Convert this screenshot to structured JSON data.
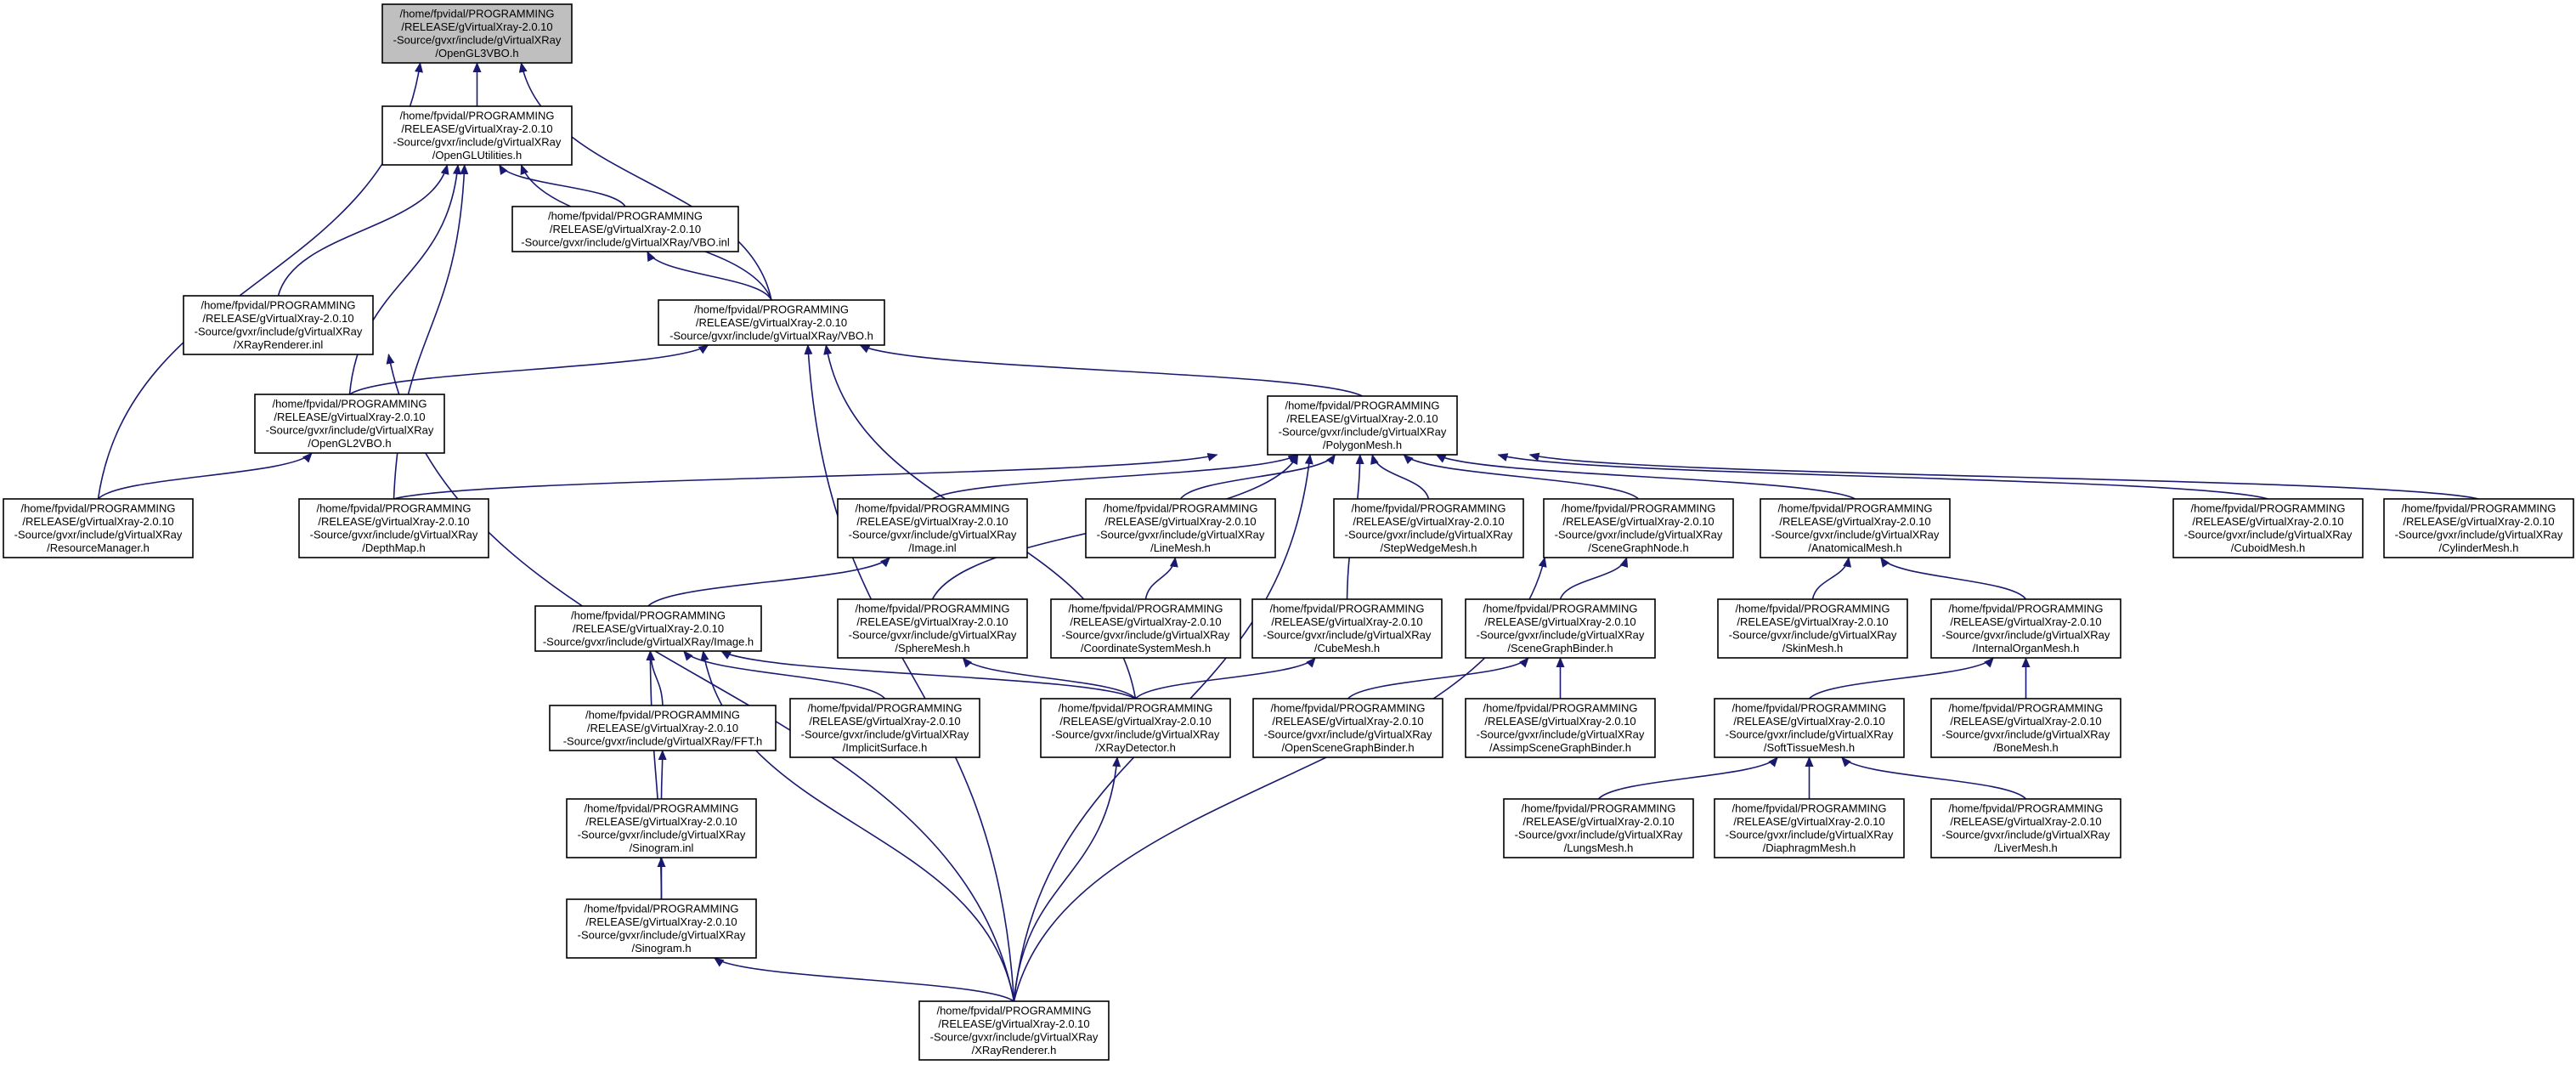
{
  "root_color": "#bfbfbf",
  "edge_color": "#191970",
  "nodes": {
    "n_opengl3vbo": [
      "/home/fpvidal/PROGRAMMING",
      "/RELEASE/gVirtualXray-2.0.10",
      "-Source/gvxr/include/gVirtualXRay",
      "/OpenGL3VBO.h"
    ],
    "n_openglutilities": [
      "/home/fpvidal/PROGRAMMING",
      "/RELEASE/gVirtualXray-2.0.10",
      "-Source/gvxr/include/gVirtualXRay",
      "/OpenGLUtilities.h"
    ],
    "n_vbo_inl": [
      "/home/fpvidal/PROGRAMMING",
      "/RELEASE/gVirtualXray-2.0.10",
      "-Source/gvxr/include/gVirtualXRay/VBO.inl"
    ],
    "n_xrayrenderer_inl": [
      "/home/fpvidal/PROGRAMMING",
      "/RELEASE/gVirtualXray-2.0.10",
      "-Source/gvxr/include/gVirtualXRay",
      "/XRayRenderer.inl"
    ],
    "n_vbo_h": [
      "/home/fpvidal/PROGRAMMING",
      "/RELEASE/gVirtualXray-2.0.10",
      "-Source/gvxr/include/gVirtualXRay/VBO.h"
    ],
    "n_opengl2vbo": [
      "/home/fpvidal/PROGRAMMING",
      "/RELEASE/gVirtualXray-2.0.10",
      "-Source/gvxr/include/gVirtualXRay",
      "/OpenGL2VBO.h"
    ],
    "n_resourcemanager": [
      "/home/fpvidal/PROGRAMMING",
      "/RELEASE/gVirtualXray-2.0.10",
      "-Source/gvxr/include/gVirtualXRay",
      "/ResourceManager.h"
    ],
    "n_depthmap": [
      "/home/fpvidal/PROGRAMMING",
      "/RELEASE/gVirtualXray-2.0.10",
      "-Source/gvxr/include/gVirtualXRay",
      "/DepthMap.h"
    ],
    "n_polygonmesh": [
      "/home/fpvidal/PROGRAMMING",
      "/RELEASE/gVirtualXray-2.0.10",
      "-Source/gvxr/include/gVirtualXRay",
      "/PolygonMesh.h"
    ],
    "n_image_inl": [
      "/home/fpvidal/PROGRAMMING",
      "/RELEASE/gVirtualXray-2.0.10",
      "-Source/gvxr/include/gVirtualXRay",
      "/Image.inl"
    ],
    "n_linemesh": [
      "/home/fpvidal/PROGRAMMING",
      "/RELEASE/gVirtualXray-2.0.10",
      "-Source/gvxr/include/gVirtualXRay",
      "/LineMesh.h"
    ],
    "n_stepwedgemesh": [
      "/home/fpvidal/PROGRAMMING",
      "/RELEASE/gVirtualXray-2.0.10",
      "-Source/gvxr/include/gVirtualXRay",
      "/StepWedgeMesh.h"
    ],
    "n_scenegraphnode": [
      "/home/fpvidal/PROGRAMMING",
      "/RELEASE/gVirtualXray-2.0.10",
      "-Source/gvxr/include/gVirtualXRay",
      "/SceneGraphNode.h"
    ],
    "n_anatomicalmesh": [
      "/home/fpvidal/PROGRAMMING",
      "/RELEASE/gVirtualXray-2.0.10",
      "-Source/gvxr/include/gVirtualXRay",
      "/AnatomicalMesh.h"
    ],
    "n_cuboidmesh": [
      "/home/fpvidal/PROGRAMMING",
      "/RELEASE/gVirtualXray-2.0.10",
      "-Source/gvxr/include/gVirtualXRay",
      "/CuboidMesh.h"
    ],
    "n_cylindermesh": [
      "/home/fpvidal/PROGRAMMING",
      "/RELEASE/gVirtualXray-2.0.10",
      "-Source/gvxr/include/gVirtualXRay",
      "/CylinderMesh.h"
    ],
    "n_image_h": [
      "/home/fpvidal/PROGRAMMING",
      "/RELEASE/gVirtualXray-2.0.10",
      "-Source/gvxr/include/gVirtualXRay/Image.h"
    ],
    "n_spheremesh": [
      "/home/fpvidal/PROGRAMMING",
      "/RELEASE/gVirtualXray-2.0.10",
      "-Source/gvxr/include/gVirtualXRay",
      "/SphereMesh.h"
    ],
    "n_coordinatesystemmesh": [
      "/home/fpvidal/PROGRAMMING",
      "/RELEASE/gVirtualXray-2.0.10",
      "-Source/gvxr/include/gVirtualXRay",
      "/CoordinateSystemMesh.h"
    ],
    "n_cubemesh": [
      "/home/fpvidal/PROGRAMMING",
      "/RELEASE/gVirtualXray-2.0.10",
      "-Source/gvxr/include/gVirtualXRay",
      "/CubeMesh.h"
    ],
    "n_scenegraphbinder": [
      "/home/fpvidal/PROGRAMMING",
      "/RELEASE/gVirtualXray-2.0.10",
      "-Source/gvxr/include/gVirtualXRay",
      "/SceneGraphBinder.h"
    ],
    "n_skinmesh": [
      "/home/fpvidal/PROGRAMMING",
      "/RELEASE/gVirtualXray-2.0.10",
      "-Source/gvxr/include/gVirtualXRay",
      "/SkinMesh.h"
    ],
    "n_internalorganmesh": [
      "/home/fpvidal/PROGRAMMING",
      "/RELEASE/gVirtualXray-2.0.10",
      "-Source/gvxr/include/gVirtualXRay",
      "/InternalOrganMesh.h"
    ],
    "n_fft": [
      "/home/fpvidal/PROGRAMMING",
      "/RELEASE/gVirtualXray-2.0.10",
      "-Source/gvxr/include/gVirtualXRay/FFT.h"
    ],
    "n_implicitsurface": [
      "/home/fpvidal/PROGRAMMING",
      "/RELEASE/gVirtualXray-2.0.10",
      "-Source/gvxr/include/gVirtualXRay",
      "/ImplicitSurface.h"
    ],
    "n_xraydetector": [
      "/home/fpvidal/PROGRAMMING",
      "/RELEASE/gVirtualXray-2.0.10",
      "-Source/gvxr/include/gVirtualXRay",
      "/XRayDetector.h"
    ],
    "n_openscenegraphbinder": [
      "/home/fpvidal/PROGRAMMING",
      "/RELEASE/gVirtualXray-2.0.10",
      "-Source/gvxr/include/gVirtualXRay",
      "/OpenSceneGraphBinder.h"
    ],
    "n_assimpscenegraphbinder": [
      "/home/fpvidal/PROGRAMMING",
      "/RELEASE/gVirtualXray-2.0.10",
      "-Source/gvxr/include/gVirtualXRay",
      "/AssimpSceneGraphBinder.h"
    ],
    "n_softtissuemesh": [
      "/home/fpvidal/PROGRAMMING",
      "/RELEASE/gVirtualXray-2.0.10",
      "-Source/gvxr/include/gVirtualXRay",
      "/SoftTissueMesh.h"
    ],
    "n_bonemesh": [
      "/home/fpvidal/PROGRAMMING",
      "/RELEASE/gVirtualXray-2.0.10",
      "-Source/gvxr/include/gVirtualXRay",
      "/BoneMesh.h"
    ],
    "n_sinogram_inl": [
      "/home/fpvidal/PROGRAMMING",
      "/RELEASE/gVirtualXray-2.0.10",
      "-Source/gvxr/include/gVirtualXRay",
      "/Sinogram.inl"
    ],
    "n_lungsmesh": [
      "/home/fpvidal/PROGRAMMING",
      "/RELEASE/gVirtualXray-2.0.10",
      "-Source/gvxr/include/gVirtualXRay",
      "/LungsMesh.h"
    ],
    "n_diaphragmmesh": [
      "/home/fpvidal/PROGRAMMING",
      "/RELEASE/gVirtualXray-2.0.10",
      "-Source/gvxr/include/gVirtualXRay",
      "/DiaphragmMesh.h"
    ],
    "n_livermesh": [
      "/home/fpvidal/PROGRAMMING",
      "/RELEASE/gVirtualXray-2.0.10",
      "-Source/gvxr/include/gVirtualXRay",
      "/LiverMesh.h"
    ],
    "n_sinogram_h": [
      "/home/fpvidal/PROGRAMMING",
      "/RELEASE/gVirtualXray-2.0.10",
      "-Source/gvxr/include/gVirtualXRay",
      "/Sinogram.h"
    ],
    "n_xrayrenderer_h": [
      "/home/fpvidal/PROGRAMMING",
      "/RELEASE/gVirtualXray-2.0.10",
      "-Source/gvxr/include/gVirtualXRay",
      "/XRayRenderer.h"
    ]
  },
  "edges": [
    [
      "n_openglutilities",
      "n_opengl3vbo"
    ],
    [
      "n_vbo_h",
      "n_opengl3vbo"
    ],
    [
      "n_resourcemanager",
      "n_opengl3vbo"
    ],
    [
      "n_vbo_inl",
      "n_openglutilities"
    ],
    [
      "n_xrayrenderer_inl",
      "n_openglutilities"
    ],
    [
      "n_vbo_h",
      "n_openglutilities"
    ],
    [
      "n_opengl2vbo",
      "n_openglutilities"
    ],
    [
      "n_depthmap",
      "n_openglutilities"
    ],
    [
      "n_vbo_h",
      "n_vbo_inl"
    ],
    [
      "n_xrayrenderer_h",
      "n_xrayrenderer_inl"
    ],
    [
      "n_opengl2vbo",
      "n_vbo_h"
    ],
    [
      "n_polygonmesh",
      "n_vbo_h"
    ],
    [
      "n_xraydetector",
      "n_vbo_h"
    ],
    [
      "n_xrayrenderer_h",
      "n_vbo_h"
    ],
    [
      "n_resourcemanager",
      "n_opengl2vbo"
    ],
    [
      "n_depthmap",
      "n_polygonmesh"
    ],
    [
      "n_image_inl",
      "n_polygonmesh"
    ],
    [
      "n_linemesh",
      "n_polygonmesh"
    ],
    [
      "n_stepwedgemesh",
      "n_polygonmesh"
    ],
    [
      "n_scenegraphnode",
      "n_polygonmesh"
    ],
    [
      "n_anatomicalmesh",
      "n_polygonmesh"
    ],
    [
      "n_cuboidmesh",
      "n_polygonmesh"
    ],
    [
      "n_cylindermesh",
      "n_polygonmesh"
    ],
    [
      "n_spheremesh",
      "n_polygonmesh"
    ],
    [
      "n_cubemesh",
      "n_polygonmesh"
    ],
    [
      "n_xrayrenderer_h",
      "n_polygonmesh"
    ],
    [
      "n_image_h",
      "n_image_inl"
    ],
    [
      "n_coordinatesystemmesh",
      "n_linemesh"
    ],
    [
      "n_scenegraphbinder",
      "n_scenegraphnode"
    ],
    [
      "n_xrayrenderer_h",
      "n_scenegraphnode"
    ],
    [
      "n_skinmesh",
      "n_anatomicalmesh"
    ],
    [
      "n_internalorganmesh",
      "n_anatomicalmesh"
    ],
    [
      "n_fft",
      "n_image_h"
    ],
    [
      "n_implicitsurface",
      "n_image_h"
    ],
    [
      "n_xraydetector",
      "n_image_h"
    ],
    [
      "n_sinogram_h",
      "n_image_h"
    ],
    [
      "n_xrayrenderer_h",
      "n_image_h"
    ],
    [
      "n_xraydetector",
      "n_spheremesh"
    ],
    [
      "n_xraydetector",
      "n_cubemesh"
    ],
    [
      "n_openscenegraphbinder",
      "n_scenegraphbinder"
    ],
    [
      "n_assimpscenegraphbinder",
      "n_scenegraphbinder"
    ],
    [
      "n_softtissuemesh",
      "n_internalorganmesh"
    ],
    [
      "n_bonemesh",
      "n_internalorganmesh"
    ],
    [
      "n_sinogram_inl",
      "n_fft"
    ],
    [
      "n_xrayrenderer_h",
      "n_xraydetector"
    ],
    [
      "n_lungsmesh",
      "n_softtissuemesh"
    ],
    [
      "n_diaphragmmesh",
      "n_softtissuemesh"
    ],
    [
      "n_livermesh",
      "n_softtissuemesh"
    ],
    [
      "n_sinogram_h",
      "n_sinogram_inl"
    ],
    [
      "n_xrayrenderer_h",
      "n_sinogram_h"
    ]
  ]
}
